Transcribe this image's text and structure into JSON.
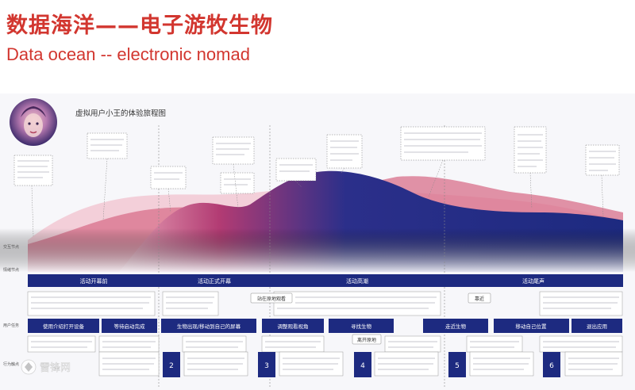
{
  "header": {
    "title_cn": "数据海洋——电子游牧生物",
    "title_en": "Data ocean -- electronic nomad"
  },
  "journey": {
    "title": "虚拟用户小王的体验旅程图",
    "row_labels": [
      "交互节点",
      "情绪节点",
      "用户任务",
      "行为触点"
    ],
    "phases": [
      "活动开幕前",
      "活动正式开幕",
      "活动高潮",
      "活动尾声"
    ],
    "floating_labels": [
      "站在原地观看",
      "靠近",
      "离开原地"
    ],
    "tasks": [
      "使用介绍打开设备",
      "等待启动完成",
      "生物出现/移动到自己的屏幕",
      "调整观看视角",
      "寻找生物",
      "走近生物",
      "移动自己位置",
      "退出应用"
    ],
    "step_numbers": [
      "2",
      "3",
      "4",
      "5",
      "6"
    ],
    "watermark": "雷锋网"
  },
  "colors": {
    "title": "#d2362f",
    "deep_blue": "#1d2a80",
    "pink": "#d86f8a",
    "light_pink": "#f2c8d2"
  }
}
